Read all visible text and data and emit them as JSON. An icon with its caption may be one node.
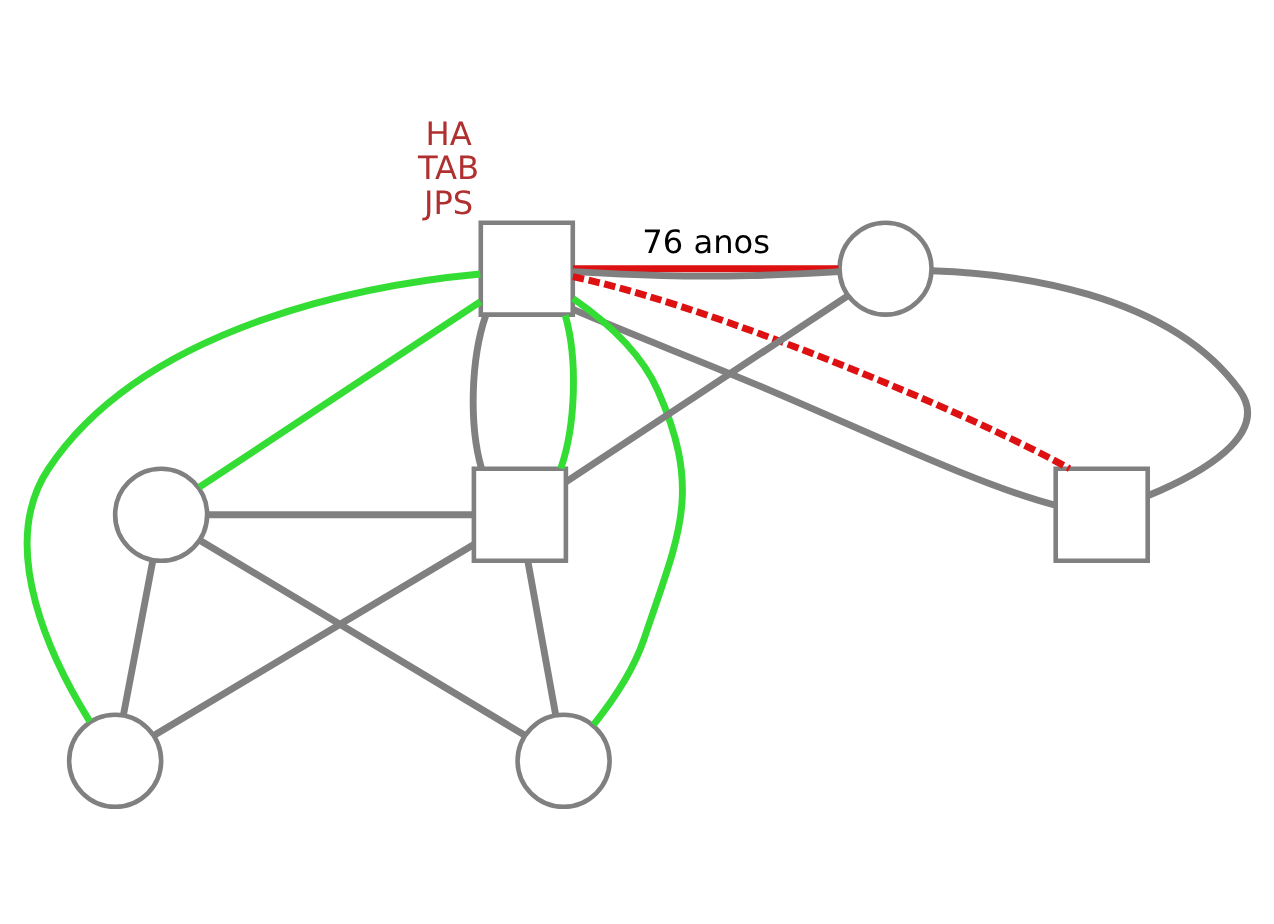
{
  "diagram": {
    "nodes": [
      {
        "text": [],
        "shape": "box",
        "beside": [
          "HA",
          "TAB",
          "JPS"
        ]
      },
      {
        "text": [],
        "shape": "circle"
      },
      {
        "text": [],
        "shape": "circle"
      },
      {
        "text": [],
        "shape": "box"
      },
      {
        "text": [],
        "shape": "box"
      },
      {
        "text": [],
        "shape": "circle"
      },
      {
        "text": [],
        "shape": "circle"
      }
    ],
    "edges": [
      {
        "from": 0,
        "to": 1,
        "arrow": "none",
        "label": "76 anos",
        "color": "#dd1111"
      },
      {
        "from": 0,
        "to": 1,
        "arrow": "none"
      },
      {
        "from": 0,
        "to": 3,
        "arrow": "none"
      },
      {
        "from": 1,
        "to": 3,
        "arrow": "none"
      },
      {
        "from": 0,
        "to": 4,
        "arrow": "none"
      },
      {
        "from": 1,
        "to": 4,
        "arrow": "none"
      },
      {
        "from": 2,
        "to": 3,
        "arrow": "none"
      },
      {
        "from": 2,
        "to": 5,
        "arrow": "none"
      },
      {
        "from": 3,
        "to": 5,
        "arrow": "none"
      },
      {
        "from": 2,
        "to": 6,
        "arrow": "none"
      },
      {
        "from": 3,
        "to": 6,
        "arrow": "none"
      },
      {
        "from": 0,
        "to": 2,
        "arrow": "none",
        "color": "#33dd33"
      },
      {
        "from": 0,
        "to": 3,
        "arrow": "none",
        "color": "#33dd33"
      },
      {
        "from": 0,
        "to": 5,
        "arrow": "none",
        "color": "#33dd33"
      },
      {
        "from": 0,
        "to": 6,
        "arrow": "none",
        "color": "#33dd33"
      },
      {
        "from": 0,
        "to": 4,
        "arrow": "none",
        "color": "#dd1111",
        "style": "dashed"
      }
    ]
  }
}
